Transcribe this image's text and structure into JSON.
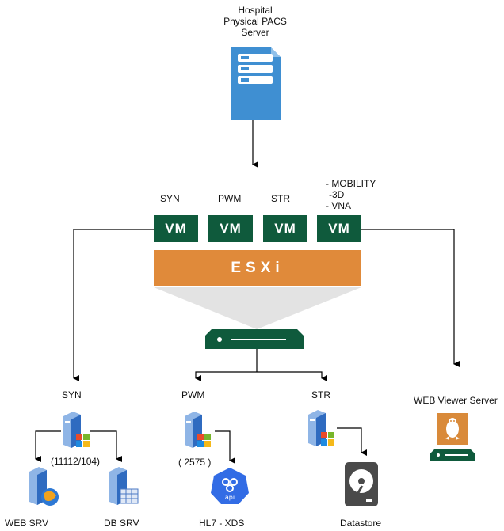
{
  "pacs": {
    "label_line1": "Hospital",
    "label_line2": "Physical PACS",
    "label_line3": "Server"
  },
  "vms": [
    {
      "header": "SYN",
      "label": "VM"
    },
    {
      "header": "PWM",
      "label": "VM"
    },
    {
      "header": "STR",
      "label": "VM"
    },
    {
      "header_lines": [
        "- MOBILITY",
        "-3D",
        "- VNA"
      ],
      "label": "VM"
    }
  ],
  "hypervisor": {
    "label": "ESXi"
  },
  "branches": {
    "syn": {
      "title": "SYN",
      "port": "(11112/104)",
      "left_label": "WEB SRV",
      "right_label": "DB SRV"
    },
    "pwm": {
      "title": "PWM",
      "port": "( 2575 )",
      "target_label": "HL7 - XDS",
      "api_text": "api"
    },
    "str": {
      "title": "STR",
      "target_label": "Datastore"
    },
    "web_viewer": {
      "title": "WEB Viewer Server"
    }
  },
  "colors": {
    "vm_green": "#0f5a3c",
    "esxi_orange": "#e08a3a",
    "pacs_blue": "#3f8fd2",
    "k8s_blue": "#326ce5"
  }
}
